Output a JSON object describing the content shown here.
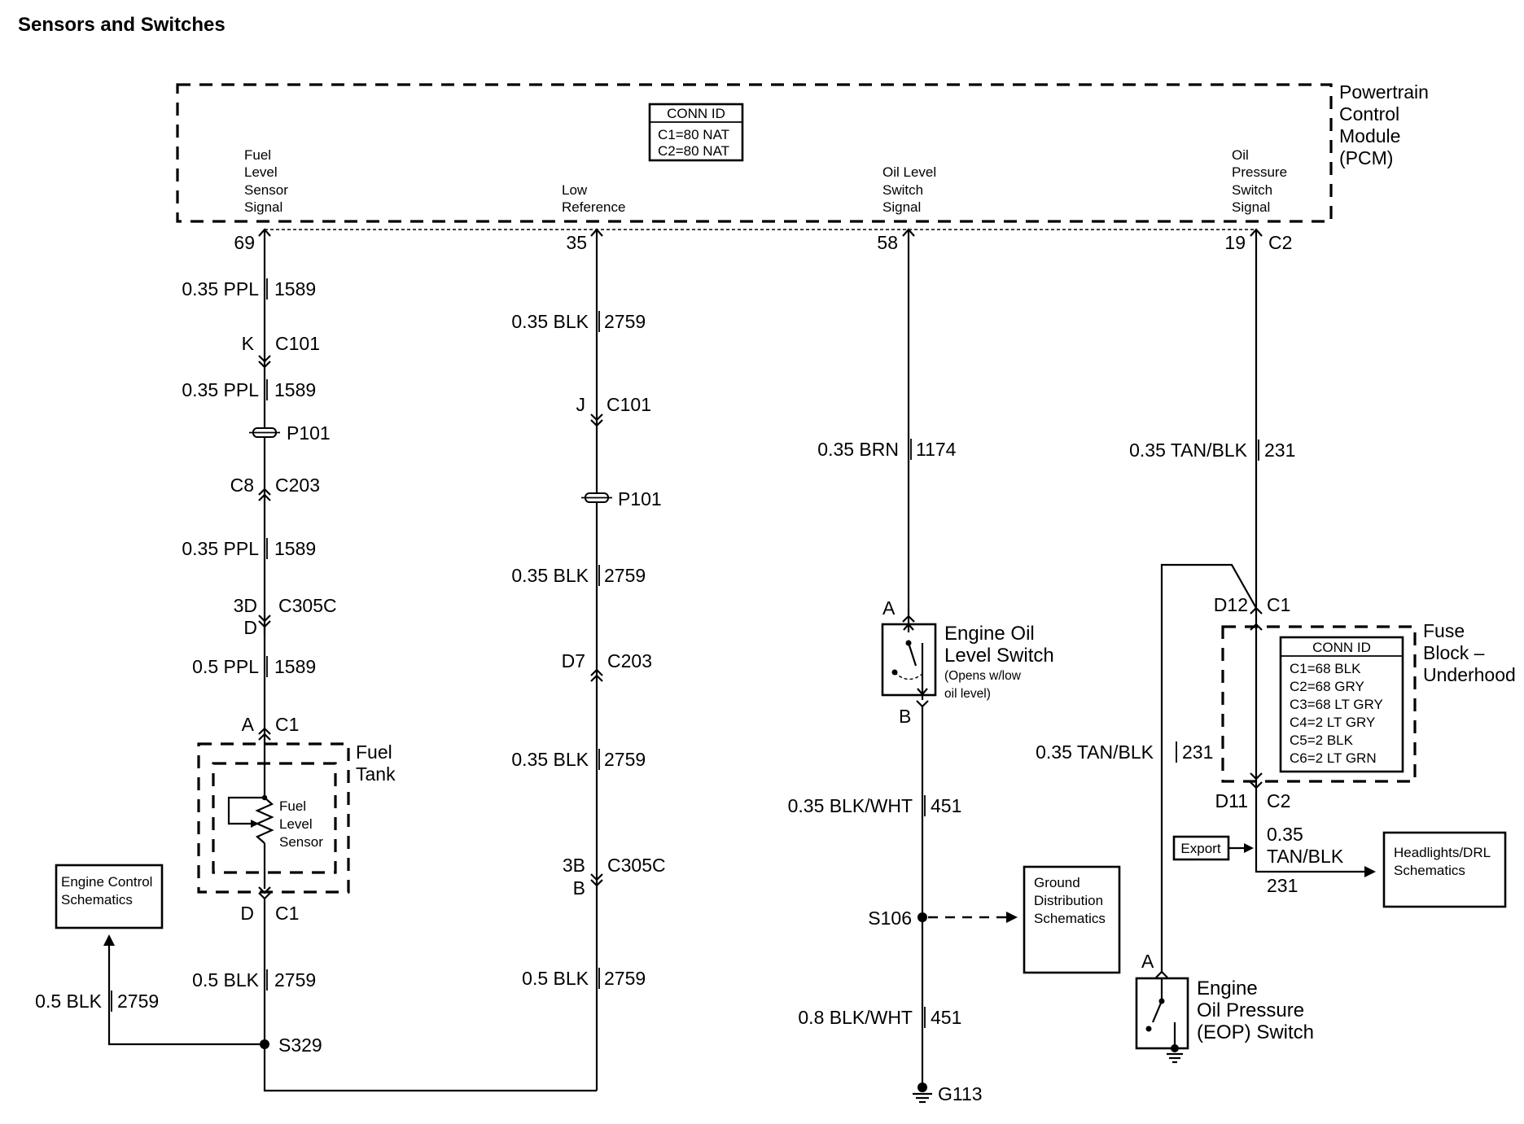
{
  "page_title": "Sensors and Switches",
  "pcm": {
    "name_lines": [
      "Powertrain",
      "Control",
      "Module",
      "(PCM)"
    ],
    "conn_id": {
      "header": "CONN ID",
      "rows": [
        "C1=80 NAT",
        "C2=80 NAT"
      ]
    },
    "signals": {
      "fuel": [
        "Fuel",
        "Level",
        "Sensor",
        "Signal"
      ],
      "lowref": [
        "Low",
        "Reference"
      ],
      "oillevel": [
        "Oil Level",
        "Switch",
        "Signal"
      ],
      "oilpress": [
        "Oil",
        "Pressure",
        "Switch",
        "Signal"
      ]
    },
    "pins": {
      "fuel": "69",
      "lowref": "35",
      "oillevel": "58",
      "oilpress": "19",
      "oilpress_conn": "C2"
    }
  },
  "fuel_circuit": {
    "wire1": {
      "color": "0.35 PPL",
      "num": "1589"
    },
    "c101_pin": "K",
    "c101": "C101",
    "wire2": {
      "color": "0.35 PPL",
      "num": "1589"
    },
    "p101": "P101",
    "c203_pin": "C8",
    "c203": "C203",
    "wire3": {
      "color": "0.35 PPL",
      "num": "1589"
    },
    "c305_pin": "3D",
    "c305": "C305C",
    "c305_pin2": "D",
    "wire4": {
      "color": "0.5 PPL",
      "num": "1589"
    },
    "tank_top_pin": "A",
    "tank_top_conn": "C1",
    "tank_label": [
      "Fuel",
      "Tank"
    ],
    "sensor_label": [
      "Fuel",
      "Level",
      "Sensor"
    ],
    "tank_bot_pin": "D",
    "tank_bot_conn": "C1",
    "wire5": {
      "color": "0.5 BLK",
      "num": "2759"
    },
    "splice": "S329",
    "branch_wire": {
      "color": "0.5 BLK",
      "num": "2759"
    },
    "engine_control": [
      "Engine Control",
      "Schematics"
    ]
  },
  "lowref_circuit": {
    "wire1": {
      "color": "0.35 BLK",
      "num": "2759"
    },
    "c101_pin": "J",
    "c101": "C101",
    "p101": "P101",
    "wire2": {
      "color": "0.35 BLK",
      "num": "2759"
    },
    "c203_pin": "D7",
    "c203": "C203",
    "wire3": {
      "color": "0.35 BLK",
      "num": "2759"
    },
    "c305_pin": "3B",
    "c305": "C305C",
    "c305_pin2": "B",
    "wire4": {
      "color": "0.5 BLK",
      "num": "2759"
    }
  },
  "oillevel_circuit": {
    "wire1": {
      "color": "0.35 BRN",
      "num": "1174"
    },
    "pin_a": "A",
    "pin_b": "B",
    "switch_label": [
      "Engine Oil",
      "Level Switch"
    ],
    "switch_note": [
      "(Opens w/low",
      "oil level)"
    ],
    "wire2": {
      "color": "0.35 BLK/WHT",
      "num": "451"
    },
    "splice": "S106",
    "ground_dist": [
      "Ground",
      "Distribution",
      "Schematics"
    ],
    "wire3": {
      "color": "0.8 BLK/WHT",
      "num": "451"
    },
    "ground": "G113"
  },
  "oilpress_circuit": {
    "wire1": {
      "color": "0.35 TAN/BLK",
      "num": "231"
    },
    "fuse_top_pin": "D12",
    "fuse_top_conn": "C1",
    "fuse_label": [
      "Fuse",
      "Block –",
      "Underhood"
    ],
    "fuse_conn_id": {
      "header": "CONN ID",
      "rows": [
        "C1=68 BLK",
        "C2=68 GRY",
        "C3=68 LT GRY",
        "C4=2 LT GRY",
        "C5=2 BLK",
        "C6=2 LT GRN"
      ]
    },
    "fuse_bot_pin": "D11",
    "fuse_bot_conn": "C2",
    "wire2": {
      "color": "0.35 TAN/BLK",
      "num": "231"
    },
    "export": "Export",
    "wire3": {
      "color_line1": "0.35",
      "color_line2": "TAN/BLK",
      "num": "231"
    },
    "headlights": [
      "Headlights/DRL",
      "Schematics"
    ],
    "eop_pin": "A",
    "eop_label": [
      "Engine",
      "Oil Pressure",
      "(EOP) Switch"
    ]
  }
}
